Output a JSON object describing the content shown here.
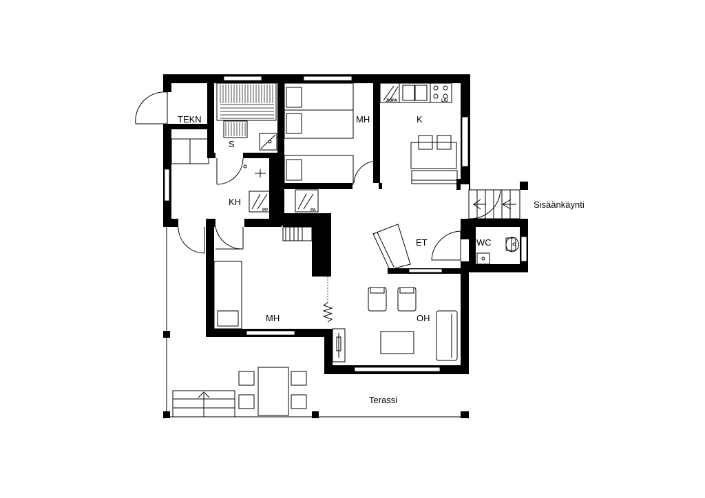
{
  "rooms": {
    "tekn": "TEKN",
    "sauna": "S",
    "bedroom_top": "MH",
    "kitchen": "K",
    "bathroom": "KH",
    "hall": "ET",
    "wc": "WC",
    "bedroom_bottom": "MH",
    "living": "OH",
    "terrace": "Terassi",
    "entrance": "Sisäänkäynti"
  },
  "fixtures": {
    "pp": "PP",
    "pa": "PA",
    "jkpa": "JK/PA",
    "liesi": "L/U"
  },
  "colors": {
    "wall": "#000000",
    "background": "#ffffff"
  }
}
